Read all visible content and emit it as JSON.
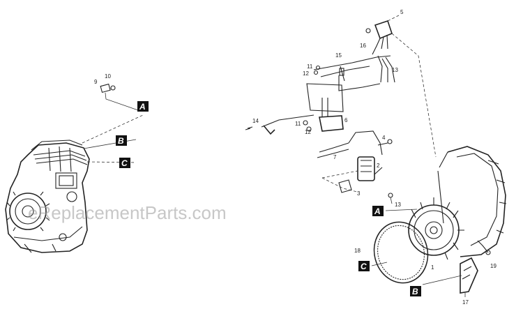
{
  "watermark": "eReplacementParts.com",
  "callouts": {
    "a_left": "A",
    "b_left": "B",
    "c_left": "C",
    "a_right": "A",
    "b_right": "B",
    "c_right": "C"
  },
  "part_numbers": {
    "p2": "2",
    "p3": "3",
    "p4": "4",
    "p5": "5",
    "p6": "6",
    "p7": "7",
    "p9": "9",
    "p10": "10",
    "p11a": "11",
    "p11b": "11",
    "p12a": "12",
    "p12b": "12",
    "p13a": "13",
    "p13b": "13",
    "p14": "14",
    "p15": "15",
    "p16": "16",
    "p17": "17",
    "p18": "18",
    "p19": "19",
    "p1": "1"
  }
}
